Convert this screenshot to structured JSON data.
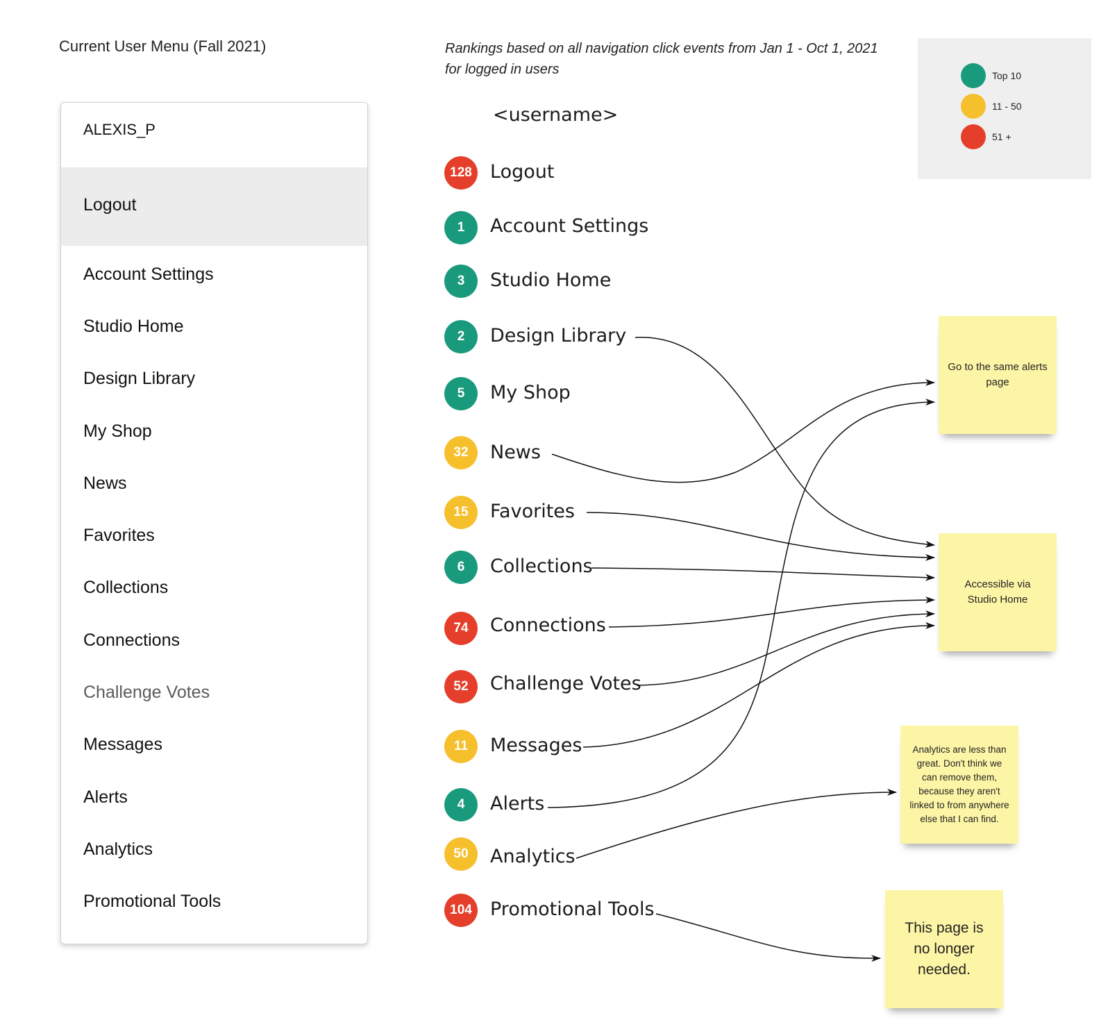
{
  "headings": {
    "left": "Current User Menu (Fall 2021)",
    "note_line1": "Rankings based on all navigation click events from Jan 1 - Oct 1, 2021",
    "note_line2": "for logged in users"
  },
  "menu": {
    "username": "ALEXIS_P",
    "logout": "Logout",
    "items": [
      "Account Settings",
      "Studio Home",
      "Design Library",
      "My Shop",
      "News",
      "Favorites",
      "Collections",
      "Connections",
      "Challenge Votes",
      "Messages",
      "Alerts",
      "Analytics",
      "Promotional Tools"
    ]
  },
  "ranked": {
    "username_placeholder": "<username>",
    "items": [
      {
        "rank": "128",
        "label": "Logout",
        "tier": "red"
      },
      {
        "rank": "1",
        "label": "Account Settings",
        "tier": "green"
      },
      {
        "rank": "3",
        "label": "Studio Home",
        "tier": "green"
      },
      {
        "rank": "2",
        "label": "Design Library",
        "tier": "green"
      },
      {
        "rank": "5",
        "label": "My Shop",
        "tier": "green"
      },
      {
        "rank": "32",
        "label": "News",
        "tier": "yellow"
      },
      {
        "rank": "15",
        "label": "Favorites",
        "tier": "yellow"
      },
      {
        "rank": "6",
        "label": "Collections",
        "tier": "green"
      },
      {
        "rank": "74",
        "label": "Connections",
        "tier": "red"
      },
      {
        "rank": "52",
        "label": "Challenge Votes",
        "tier": "red"
      },
      {
        "rank": "11",
        "label": "Messages",
        "tier": "yellow"
      },
      {
        "rank": "4",
        "label": "Alerts",
        "tier": "green"
      },
      {
        "rank": "50",
        "label": "Analytics",
        "tier": "yellow"
      },
      {
        "rank": "104",
        "label": "Promotional Tools",
        "tier": "red"
      }
    ]
  },
  "legend": [
    {
      "label": "Top 10",
      "color": "#1a9a7c"
    },
    {
      "label": "11 - 50",
      "color": "#f6bf2c"
    },
    {
      "label": "51 +",
      "color": "#e53e2a"
    }
  ],
  "stickies": {
    "alerts_page": "Go to the same alerts page",
    "studio_home": "Accessible via Studio Home",
    "analytics": "Analytics are less than great. Don't think we can remove them, because they aren't linked to from anywhere else that I can find.",
    "promo": "This page is no longer needed."
  },
  "colors": {
    "green": "#1a9a7c",
    "yellow": "#f6bf2c",
    "red": "#e53e2a",
    "sticky": "#fdf5a6",
    "menu_selected": "#ececec"
  }
}
